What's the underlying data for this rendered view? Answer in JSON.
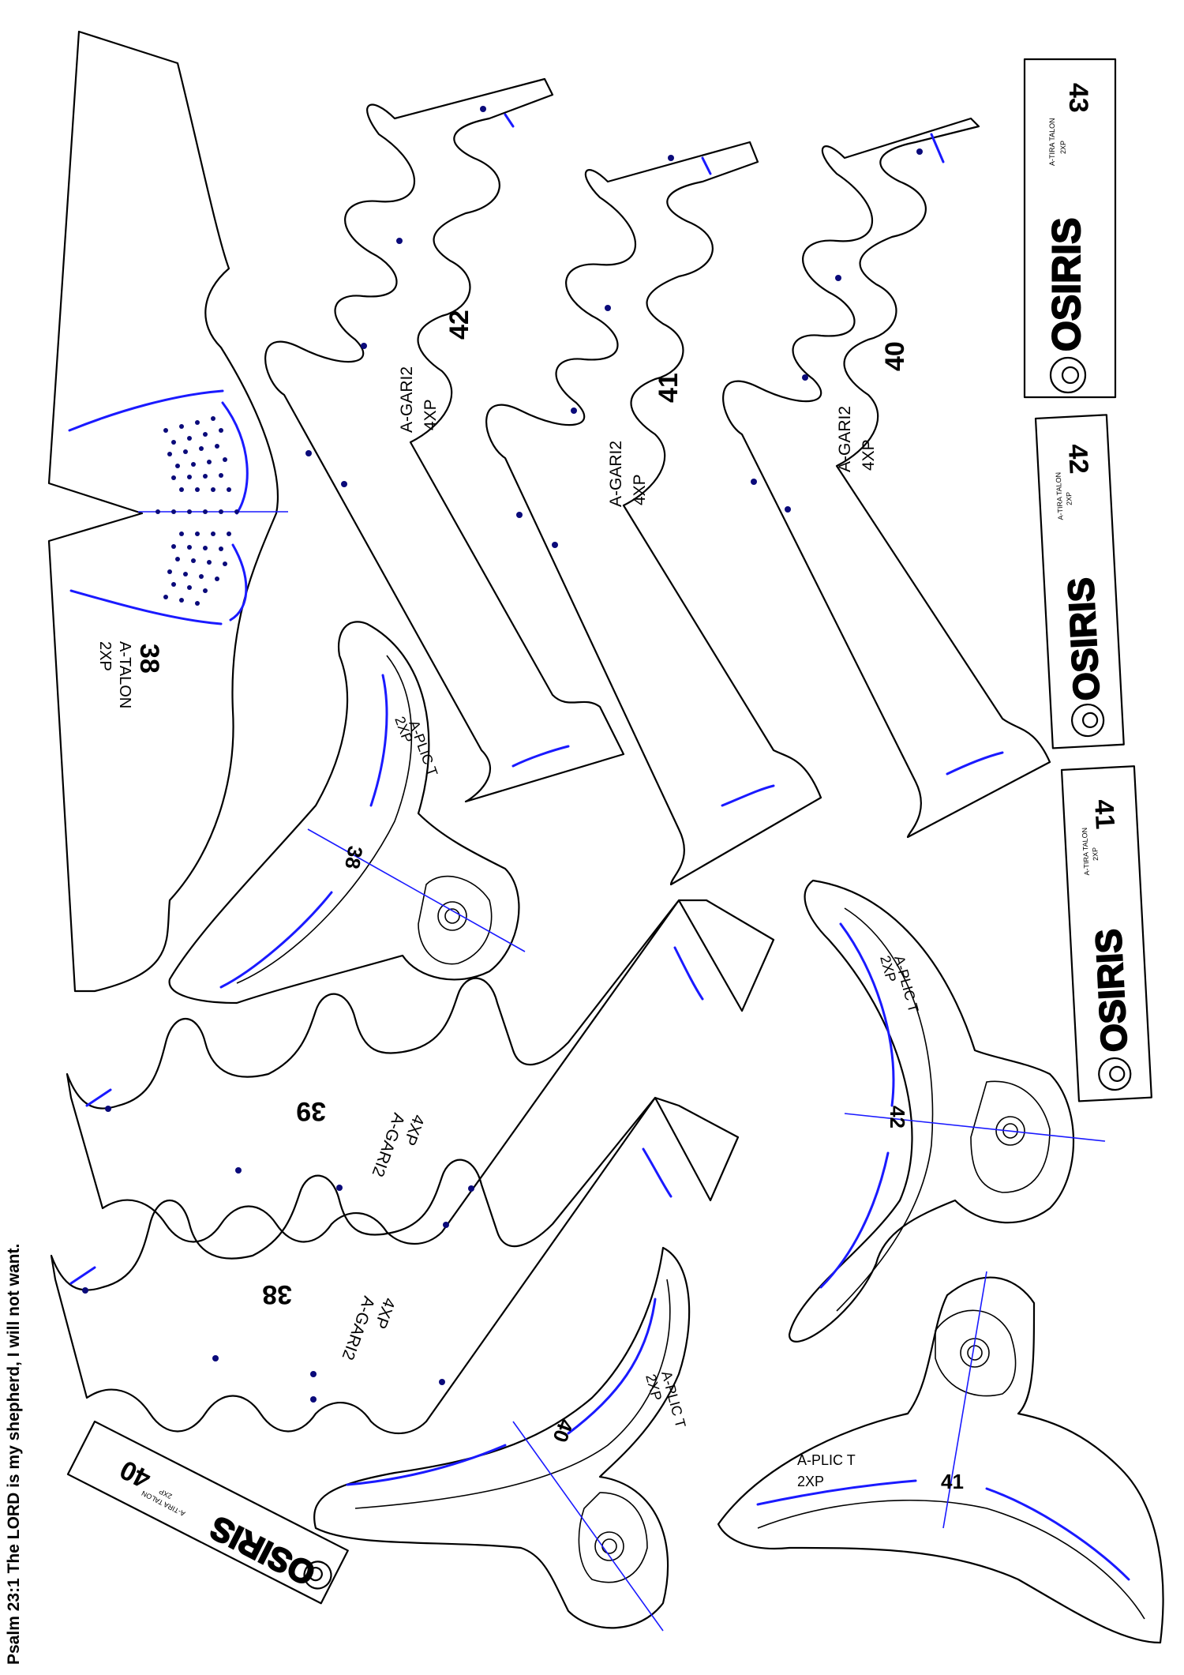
{
  "verse": "Psalm 23:1 The LORD is my shepherd, I will not want.",
  "talon_piece": {
    "number": "38",
    "name": "A-TALON",
    "qty": "2XP"
  },
  "gari_pieces": [
    {
      "id": "gari-42",
      "number": "42",
      "name": "A-GARI2",
      "qty": "4XP"
    },
    {
      "id": "gari-41",
      "number": "41",
      "name": "A-GARI2",
      "qty": "4XP"
    },
    {
      "id": "gari-40",
      "number": "40",
      "name": "A-GARI2",
      "qty": "4XP"
    },
    {
      "id": "gari-39",
      "number": "39",
      "name": "A-GARI2",
      "qty": "4XP"
    },
    {
      "id": "gari-38",
      "number": "38",
      "name": "A-GARI2",
      "qty": "4XP"
    }
  ],
  "plic_pieces": [
    {
      "id": "plic-38",
      "number": "38",
      "name": "A-PLIC T",
      "qty": "2XP"
    },
    {
      "id": "plic-42",
      "number": "42",
      "name": "A-PLIC T",
      "qty": "2XP"
    },
    {
      "id": "plic-40",
      "number": "40",
      "name": "A-PLIC T",
      "qty": "2XP"
    },
    {
      "id": "plic-41",
      "number": "41",
      "name": "A-PLIC T",
      "qty": "2XP"
    }
  ],
  "tira_strips": [
    {
      "id": "tira-43",
      "number": "43",
      "name": "A-TIRA TALON",
      "qty": "2XP",
      "brand": "OSIRIS"
    },
    {
      "id": "tira-42",
      "number": "42",
      "name": "A-TIRA TALON",
      "qty": "2XP",
      "brand": "OSIRIS"
    },
    {
      "id": "tira-41",
      "number": "41",
      "name": "A-TIRA TALON",
      "qty": "2XP",
      "brand": "OSIRIS"
    },
    {
      "id": "tira-40",
      "number": "40",
      "name": "A-TIRA TALON",
      "qty": "2XP",
      "brand": "OSIRIS"
    }
  ],
  "colors": {
    "cut_line": "#000000",
    "stitch_line": "#1a1aff",
    "punch_dot": "#0a0a7a",
    "background": "#ffffff"
  },
  "icons": [
    "osiris-logo-icon",
    "punch-hole-icon"
  ]
}
